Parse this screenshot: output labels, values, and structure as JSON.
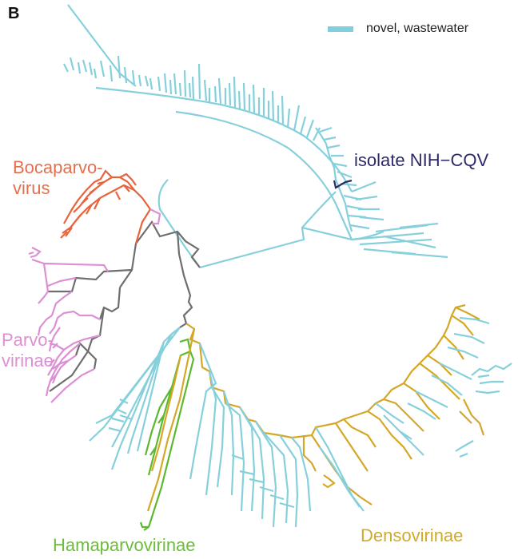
{
  "figure": {
    "panel_label": "B",
    "legend": {
      "items": [
        {
          "label": "novel, wastewater",
          "color": "#7fcfdc"
        }
      ]
    },
    "clades": [
      {
        "id": "bocaparvovirus",
        "label": "Bocaparvo-\nvirus",
        "line1": "Bocaparvo-",
        "line2": "virus",
        "color": "#e8643c"
      },
      {
        "id": "parvovirinae",
        "label": "Parvo-\nvirinae",
        "line1": "Parvo-",
        "line2": "virinae",
        "color": "#dc90d4"
      },
      {
        "id": "hamaparvovirinae",
        "label": "Hamaparvovirinae",
        "color": "#5cb82e"
      },
      {
        "id": "densovirinae",
        "label": "Densovirinae",
        "color": "#d4a826"
      },
      {
        "id": "isolate",
        "label": "isolate NIH−CQV",
        "color": "#2a2a66"
      }
    ],
    "colors": {
      "wastewater": "#7fcfdc",
      "backbone": "#707070",
      "boca": "#e8643c",
      "parvo": "#dc90d4",
      "hama": "#5cb82e",
      "denso": "#d4a826",
      "isolate": "#2a2a66"
    }
  }
}
